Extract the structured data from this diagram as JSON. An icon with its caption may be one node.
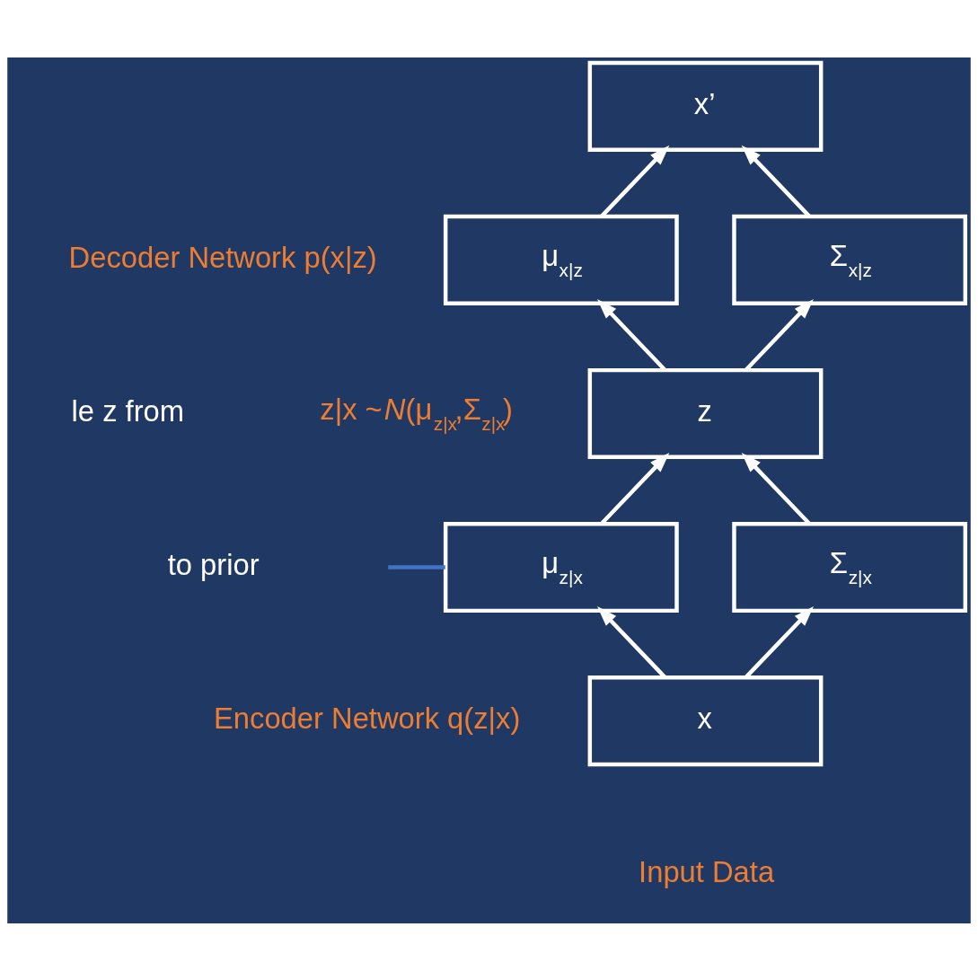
{
  "diagram": {
    "nodes": [
      {
        "text": [
          "x’"
        ]
      },
      {
        "text": [
          "μ$_{x|z}$"
        ]
      },
      {
        "text": [
          "Σ$_{x|z}$"
        ]
      },
      {
        "text": [
          "z"
        ]
      },
      {
        "text": [
          "μ$_{z|x}$"
        ]
      },
      {
        "text": [
          "Σ$_{z|x}$"
        ]
      },
      {
        "text": [
          "x"
        ],
        "beside": [
          "Input Data"
        ]
      }
    ],
    "edges": [
      {
        "from": 6,
        "to": 4,
        "arrow": "to"
      },
      {
        "from": 6,
        "to": 5,
        "arrow": "to"
      },
      {
        "from": 4,
        "to": 3,
        "arrow": "to"
      },
      {
        "from": 5,
        "to": 3,
        "arrow": "to"
      },
      {
        "from": 3,
        "to": 1,
        "arrow": "to"
      },
      {
        "from": 3,
        "to": 2,
        "arrow": "to"
      },
      {
        "from": 1,
        "to": 0,
        "arrow": "to"
      },
      {
        "from": 2,
        "to": 0,
        "arrow": "to"
      },
      {
        "from": null,
        "to": 4,
        "arrow": "none",
        "color": "#4472c4"
      }
    ],
    "labels": [
      "Decoder Network p(x|z)",
      "le z from",
      "z|x ~*N*(μ$_{z|x}$,Σ$_{z|x}$)",
      "to prior",
      "Encoder Network q(z|x)"
    ]
  }
}
